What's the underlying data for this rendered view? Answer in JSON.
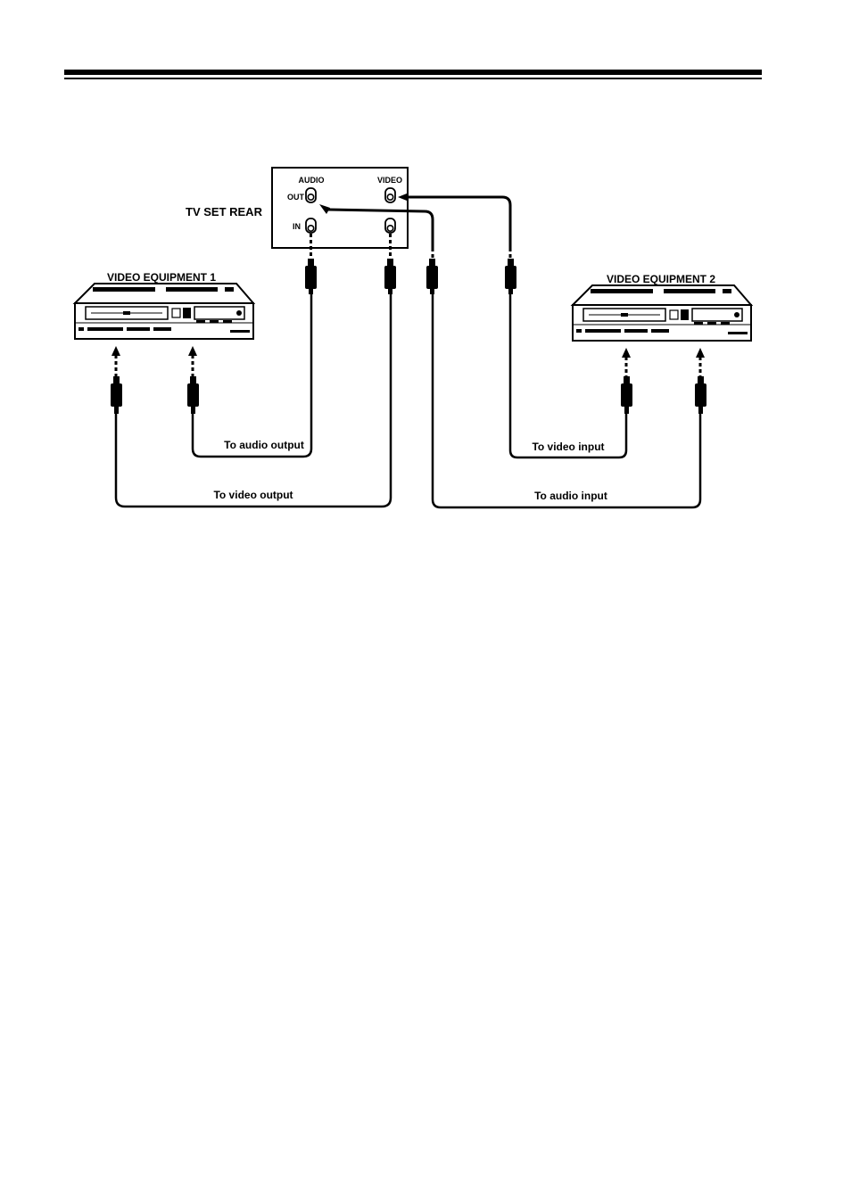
{
  "header": {
    "rule_color": "#000000"
  },
  "tv": {
    "title": "TV SET REAR",
    "audio_label": "AUDIO",
    "video_label": "VIDEO",
    "out_label": "OUT",
    "in_label": "IN"
  },
  "equipment1": {
    "title": "VIDEO EQUIPMENT 1"
  },
  "equipment2": {
    "title": "VIDEO EQUIPMENT 2"
  },
  "cables": {
    "to_audio_output": "To audio output",
    "to_video_output": "To video output",
    "to_video_input": "To video input",
    "to_audio_input": "To audio input"
  }
}
